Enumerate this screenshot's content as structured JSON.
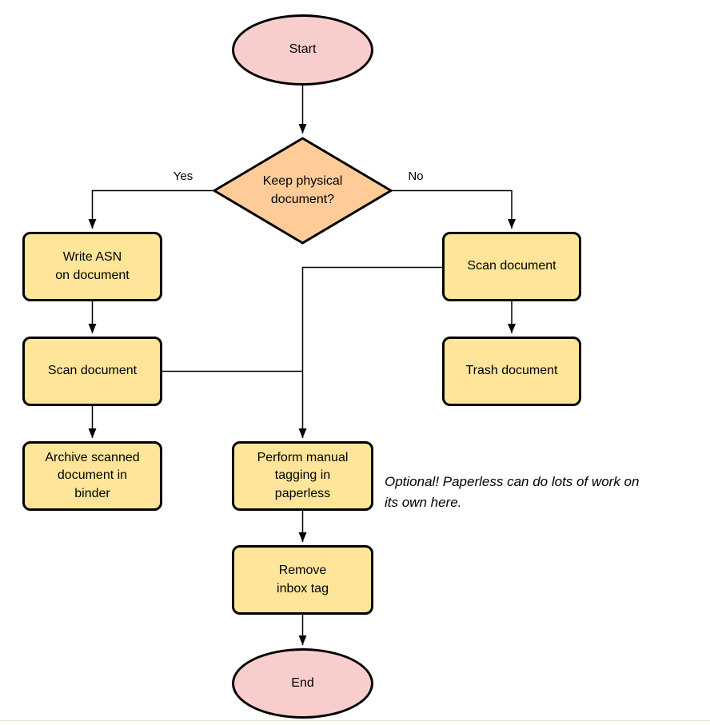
{
  "colors": {
    "terminal_fill": "#f8cecc",
    "decision_fill": "#ffcc99",
    "process_fill": "#ffe599",
    "stroke": "#000000",
    "connector": "#000000"
  },
  "nodes": {
    "start": {
      "label": "Start",
      "type": "terminal"
    },
    "decision": {
      "label": "Keep physical\ndocument?",
      "type": "decision"
    },
    "write_asn": {
      "label": "Write ASN\non document",
      "type": "process"
    },
    "scan_left": {
      "label": "Scan document",
      "type": "process"
    },
    "archive": {
      "label": "Archive scanned\ndocument in\nbinder",
      "type": "process"
    },
    "scan_right": {
      "label": "Scan document",
      "type": "process"
    },
    "trash": {
      "label": "Trash document",
      "type": "process"
    },
    "tagging": {
      "label": "Perform manual\ntagging in\npaperless",
      "type": "process"
    },
    "remove_inbox": {
      "label": "Remove\ninbox tag",
      "type": "process"
    },
    "end": {
      "label": "End",
      "type": "terminal"
    }
  },
  "edge_labels": {
    "yes": "Yes",
    "no": "No"
  },
  "annotation": {
    "text": "Optional! Paperless can do lots of work on\nits own here."
  }
}
